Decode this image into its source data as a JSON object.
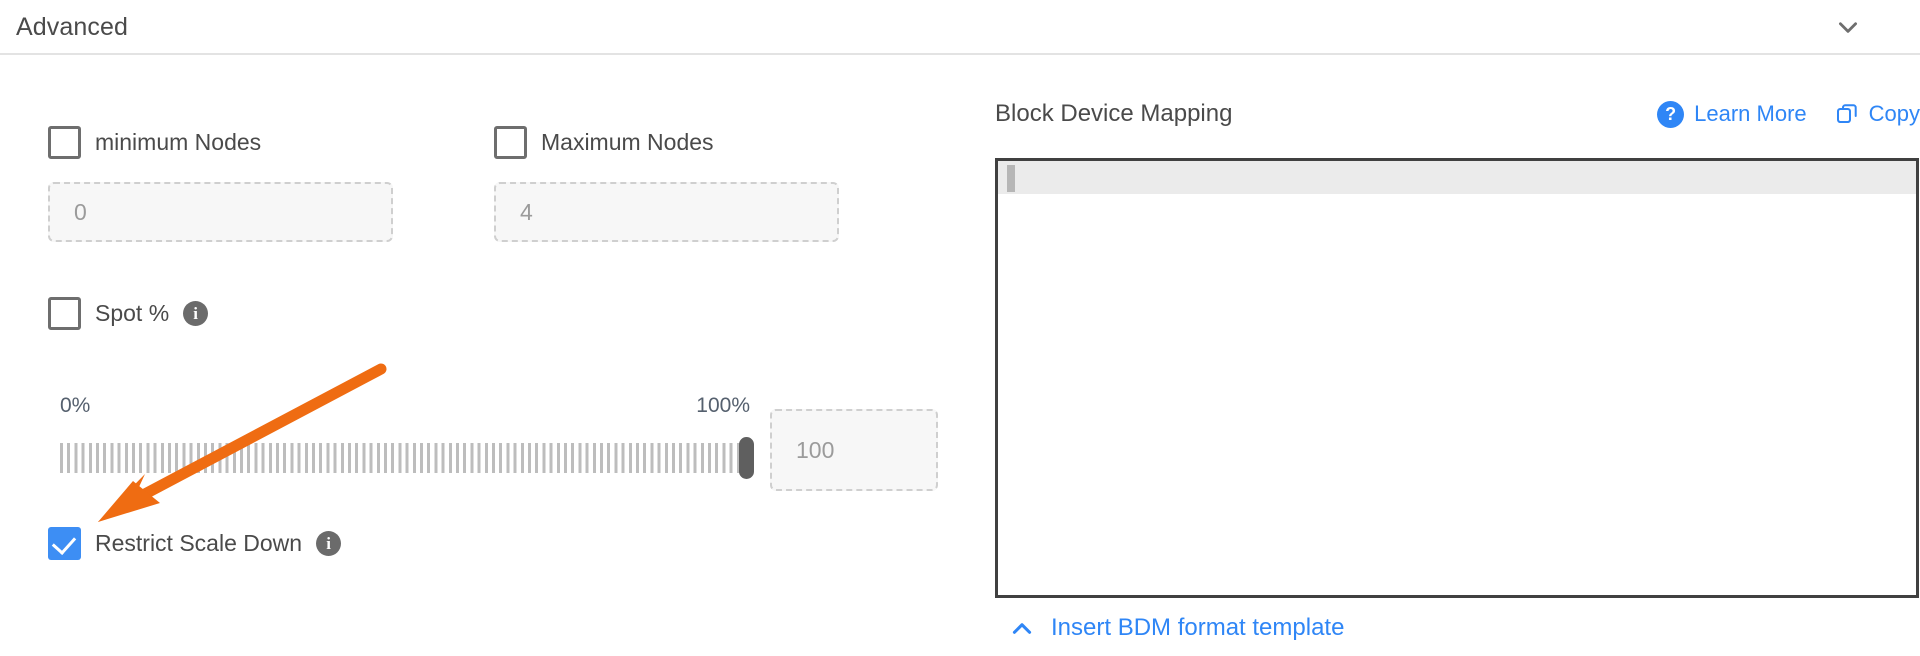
{
  "header": {
    "title": "Advanced",
    "collapse_icon": "chevron-down-icon"
  },
  "left_panel": {
    "min_nodes": {
      "label": "minimum Nodes",
      "checked": false,
      "input_placeholder": "0",
      "input_value": ""
    },
    "max_nodes": {
      "label": "Maximum Nodes",
      "checked": false,
      "input_placeholder": "4",
      "input_value": ""
    },
    "spot_percent": {
      "label": "Spot %",
      "checked": false,
      "info_icon": "info-icon",
      "info_glyph": "i"
    },
    "slider": {
      "min_label": "0%",
      "max_label": "100%",
      "value": 100,
      "value_box_placeholder": "100"
    },
    "restrict_scale_down": {
      "label": "Restrict Scale Down",
      "checked": true,
      "info_icon": "info-icon",
      "info_glyph": "i"
    }
  },
  "right_panel": {
    "title": "Block Device Mapping",
    "learn_more_label": "Learn More",
    "learn_more_icon": "question-circle-icon",
    "learn_more_glyph": "?",
    "copy_label": "Copy",
    "copy_icon": "copy-icon",
    "editor_content": "",
    "footer_label": "Insert BDM format template",
    "footer_icon": "chevron-up-icon"
  },
  "colors": {
    "accent_blue": "#2f86f6",
    "checkbox_blue": "#3d8ef4",
    "annotation_orange": "#ef6c12",
    "text_gray": "#4a4a4a",
    "muted_gray": "#9b9b9b",
    "border_gray": "#cfcfcf"
  },
  "annotation": {
    "type": "arrow",
    "color": "#ef6c12",
    "points_to": "restrict-scale-down-checkbox"
  }
}
